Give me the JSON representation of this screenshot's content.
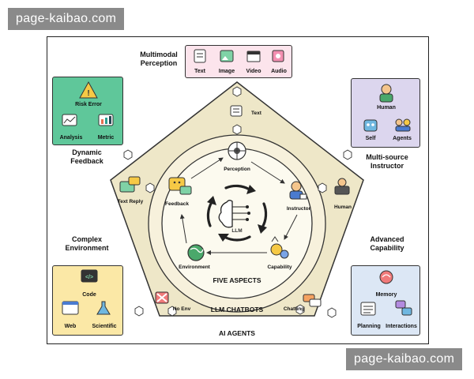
{
  "watermark": {
    "top": "page-kaibao.com",
    "bottom": "page-kaibao.com"
  },
  "colors": {
    "outer_pentagon": "#eee7c8",
    "mid_circle": "#f7f1dc",
    "inner_circle": "#fcfaef",
    "perception_box": "#fce4ec",
    "feedback_box": "#5fc79a",
    "instructor_box": "#dcd6ee",
    "capability_box": "#dce7f5",
    "environment_box": "#fbe8a6"
  },
  "center": {
    "title_llm": "LLM",
    "five_aspects": "FIVE ASPECTS",
    "llm_chatbots": "LLM CHATBOTS",
    "ai_agents": "AI AGENTS"
  },
  "aspects": {
    "perception": "Perception",
    "instructor": "Instructor",
    "capability": "Capability",
    "environment": "Environment",
    "feedback": "Feedback"
  },
  "chatbot_ring": {
    "text": "Text",
    "human": "Human",
    "chatting": "Chatting",
    "no_env": "No Env",
    "text_reply": "Text Reply"
  },
  "outer_labels": {
    "multimodal": "Multimodal Perception",
    "dynamic_feedback": "Dynamic Feedback",
    "multi_source": "Multi-source Instructor",
    "complex_env": "Complex Environment",
    "advanced_cap": "Advanced Capability"
  },
  "boxes": {
    "perception": [
      "Text",
      "Image",
      "Video",
      "Audio"
    ],
    "feedback": [
      "Risk Error",
      "Analysis",
      "Metric"
    ],
    "instructor": [
      "Human",
      "Self",
      "Agents"
    ],
    "environment": [
      "Code",
      "Web",
      "Scientific"
    ],
    "capability": [
      "Memory",
      "Planning",
      "Interactions"
    ]
  },
  "icons": {
    "perception": [
      "text-icon",
      "image-icon",
      "video-icon",
      "audio-icon"
    ],
    "feedback": [
      "warning-icon",
      "analysis-icon",
      "metric-icon"
    ],
    "instructor": [
      "human-icon",
      "robot-icon",
      "agents-icon"
    ],
    "environment": [
      "code-icon",
      "web-icon",
      "scientific-icon"
    ],
    "capability": [
      "memory-icon",
      "planning-icon",
      "interactions-icon"
    ]
  }
}
